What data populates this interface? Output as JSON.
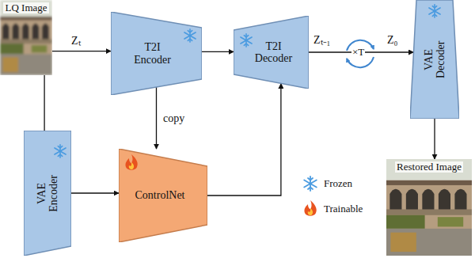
{
  "diagram": {
    "nodes": [
      {
        "text": [
          "LQ Image"
        ]
      },
      {
        "text": [
          "T2I Encoder"
        ]
      },
      {
        "text": [
          "T2I Decoder"
        ]
      },
      {
        "text": [
          "VAE Decoder"
        ]
      },
      {
        "text": [
          "Restored Image"
        ]
      },
      {
        "text": [
          "VAE Encoder"
        ]
      },
      {
        "text": [
          "ControlNet"
        ]
      }
    ],
    "edges": [
      {
        "from": 0,
        "to": 1,
        "arrow": "to",
        "label": "Zₜ"
      },
      {
        "from": 1,
        "to": 2,
        "arrow": "to"
      },
      {
        "from": 1,
        "to": 6,
        "arrow": "to",
        "label": "copy"
      },
      {
        "from": 0,
        "to": 5,
        "arrow": "none"
      },
      {
        "from": 5,
        "to": 6,
        "arrow": "to"
      },
      {
        "from": 6,
        "to": 2,
        "arrow": "to"
      },
      {
        "from": 2,
        "to": 3,
        "arrow": "to"
      },
      {
        "from": 3,
        "to": 4,
        "arrow": "to"
      }
    ],
    "labels": [
      "Zₜ₋₁",
      "×T",
      "Z₀"
    ],
    "legend": [
      {
        "text": "Frozen"
      },
      {
        "text": "Trainable"
      }
    ]
  }
}
